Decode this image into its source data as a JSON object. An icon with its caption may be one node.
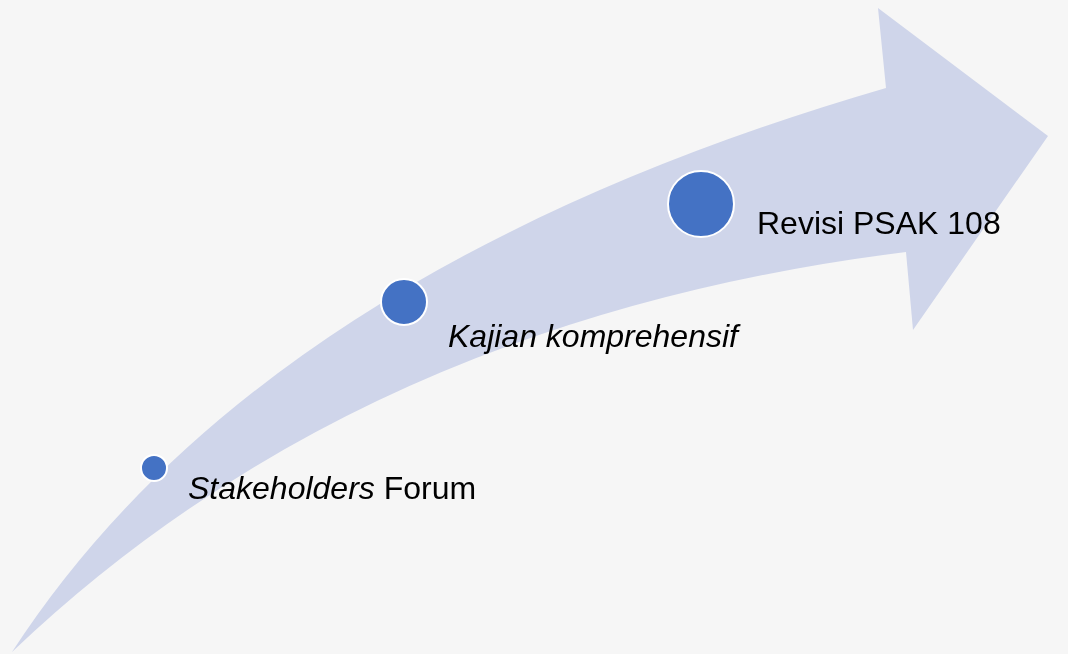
{
  "diagram": {
    "nodes": [
      {
        "text": [],
        "shape": "circle",
        "beside": [
          "*Stakeholders* Forum"
        ]
      },
      {
        "text": [],
        "shape": "circle",
        "beside": [
          "Kajian komprehensif"
        ]
      },
      {
        "text": [],
        "shape": "circle",
        "beside": [
          "Revisi PSAK 108"
        ]
      }
    ]
  }
}
